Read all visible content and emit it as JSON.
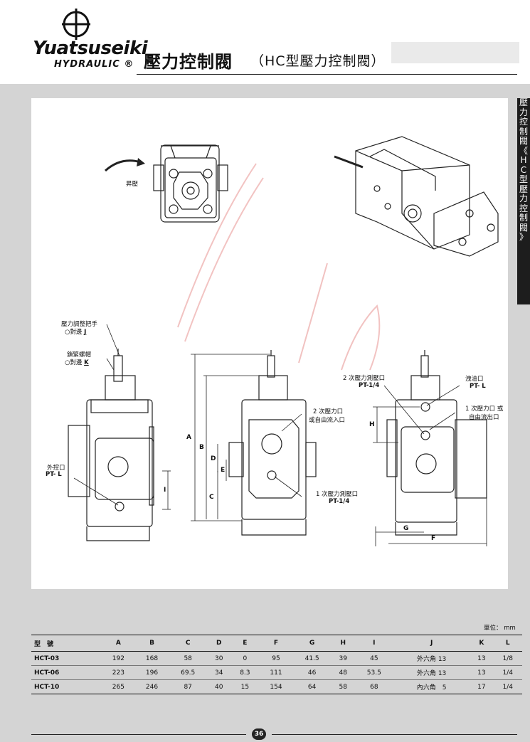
{
  "brand": {
    "name": "Yuatsuseiki",
    "sub": "HYDRAULIC ®"
  },
  "header": {
    "title": "壓力控制閥",
    "subtitle": "（HC型壓力控制閥）"
  },
  "side_tab": {
    "chars": [
      "壓",
      "力",
      "控",
      "制",
      "閥",
      "《",
      "H",
      "C",
      "型",
      "壓",
      "力",
      "控",
      "制",
      "閥",
      "》"
    ]
  },
  "top_view": {
    "arrow_label": "昇壓"
  },
  "labels": {
    "handle": "壓力調整把手",
    "handle_size_prefix": "○對邊",
    "handle_size_key": "J",
    "lock_nut": "鎖緊螺帽",
    "lock_size_prefix": "○對邊",
    "lock_size_key": "K",
    "ext_pilot": "外控口",
    "ext_pilot_pt": "PT- L",
    "secondary_port": "2 次壓力口",
    "free_inlet": "或自由流入口",
    "primary_gauge": "1 次壓力測壓口",
    "primary_gauge_pt": "PT-1/4",
    "secondary_gauge": "2 次壓力測壓口",
    "secondary_gauge_pt": "PT-1/4",
    "drain": "洩油口",
    "drain_pt": "PT- L",
    "primary_port": "1 次壓力口 或",
    "free_outlet": "自由流出口"
  },
  "dims": {
    "A": "A",
    "B": "B",
    "C": "C",
    "D": "D",
    "E": "E",
    "F": "F",
    "G": "G",
    "H": "H",
    "I": "I"
  },
  "table": {
    "unit": "單位： mm",
    "headers": [
      "型　號",
      "A",
      "B",
      "C",
      "D",
      "E",
      "F",
      "G",
      "H",
      "I",
      "J",
      "K",
      "L"
    ],
    "rows": [
      [
        "HCT-03",
        "192",
        "168",
        "58",
        "30",
        "0",
        "95",
        "41.5",
        "39",
        "45",
        "外六角 13",
        "13",
        "1/8"
      ],
      [
        "HCT-06",
        "223",
        "196",
        "69.5",
        "34",
        "8.3",
        "111",
        "46",
        "48",
        "53.5",
        "外六角 13",
        "13",
        "1/4"
      ],
      [
        "HCT-10",
        "265",
        "246",
        "87",
        "40",
        "15",
        "154",
        "64",
        "58",
        "68",
        "內六角　5",
        "17",
        "1/4"
      ]
    ]
  },
  "footer": {
    "page": "36"
  }
}
